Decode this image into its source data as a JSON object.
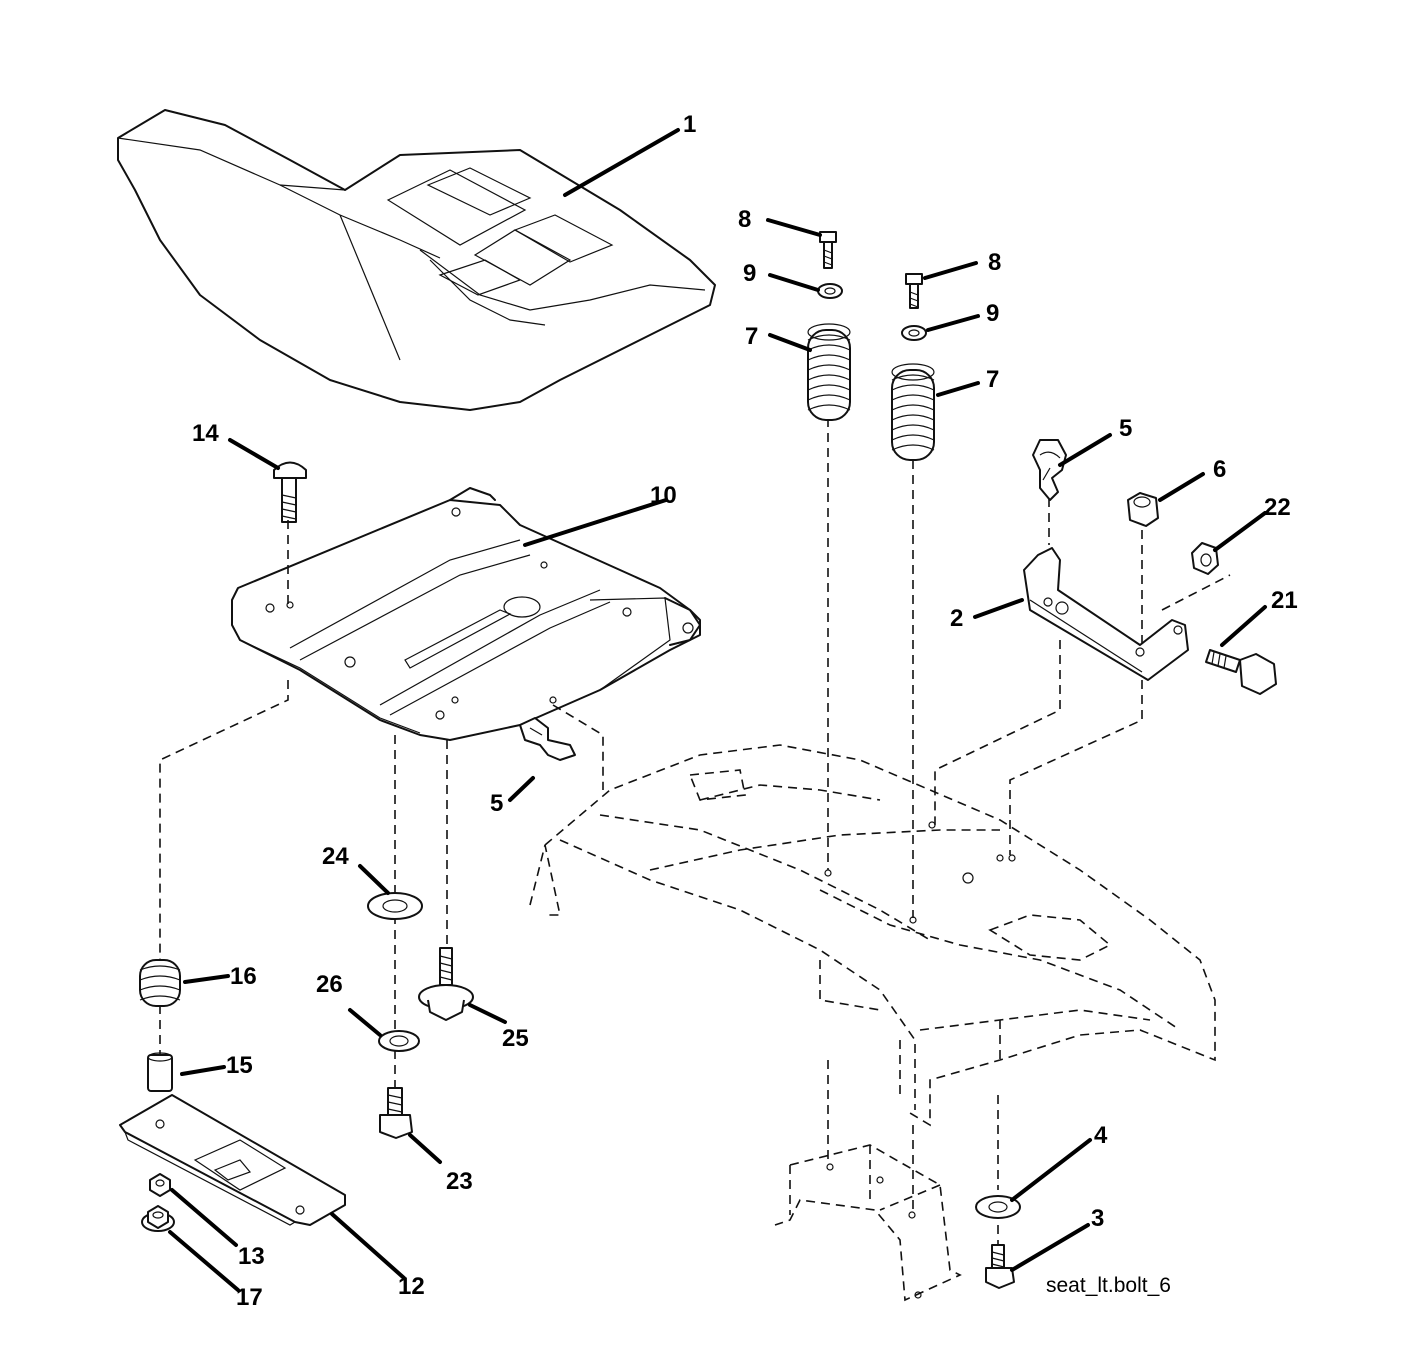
{
  "diagram": {
    "drawing_code": "seat_lt.bolt_6",
    "callouts": {
      "c1": "1",
      "c2": "2",
      "c3": "3",
      "c4": "4",
      "c5a": "5",
      "c5b": "5",
      "c6": "6",
      "c7a": "7",
      "c7b": "7",
      "c8a": "8",
      "c8b": "8",
      "c9a": "9",
      "c9b": "9",
      "c10": "10",
      "c12": "12",
      "c13": "13",
      "c14": "14",
      "c15": "15",
      "c16": "16",
      "c17": "17",
      "c21": "21",
      "c22": "22",
      "c23": "23",
      "c24": "24",
      "c25": "25",
      "c26": "26"
    }
  }
}
